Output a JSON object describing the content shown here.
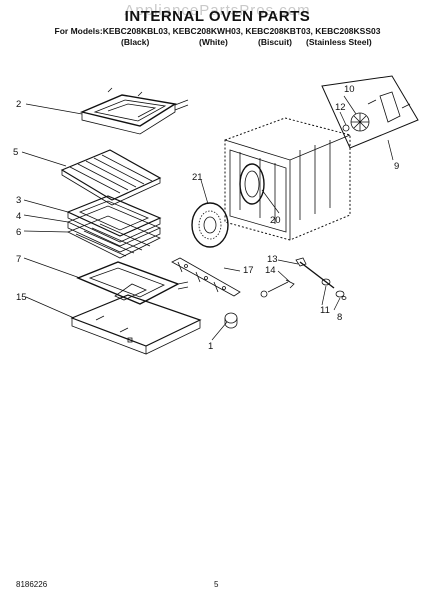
{
  "watermark": "AppliancePartsPros.com",
  "title": "INTERNAL OVEN PARTS",
  "models_line": "For Models:KEBC208KBL03, KEBC208KWH03, KEBC208KBT03, KEBC208KSS03",
  "variants": [
    "(Black)",
    "(White)",
    "(Biscuit)",
    "(Stainless Steel)"
  ],
  "callouts": [
    "1",
    "2",
    "3",
    "4",
    "5",
    "6",
    "7",
    "8",
    "9",
    "10",
    "11",
    "12",
    "13",
    "14",
    "15",
    "17",
    "20",
    "21"
  ],
  "footer": {
    "doc_number": "8186226",
    "page_number": "5"
  }
}
